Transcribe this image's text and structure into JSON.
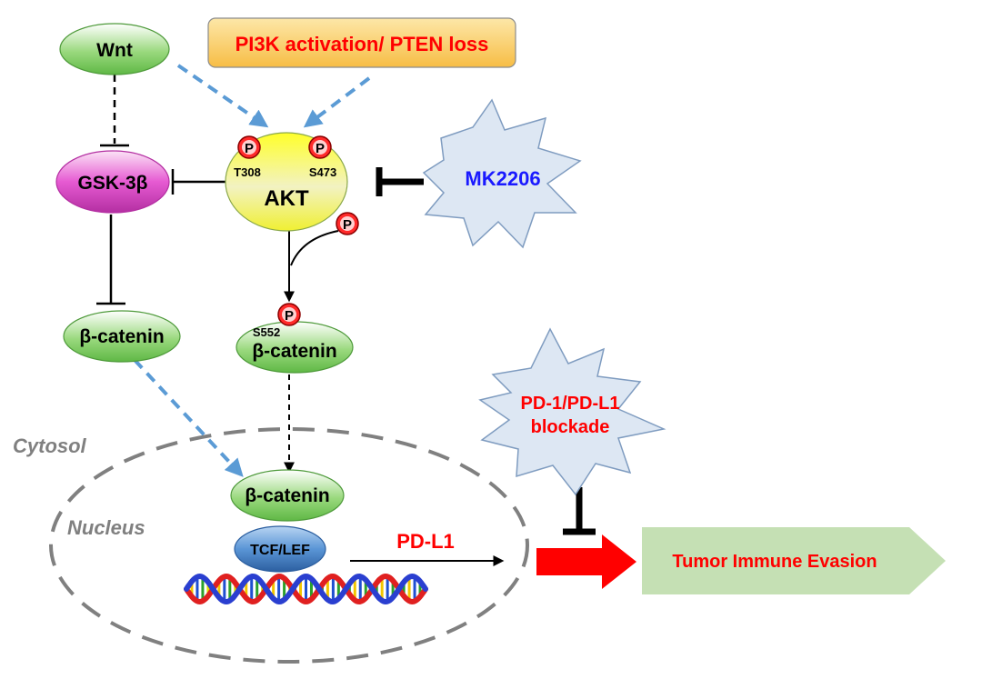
{
  "nodes": {
    "wnt": "Wnt",
    "pi3k": "PI3K activation/ PTEN loss",
    "gsk3b": "GSK-3β",
    "akt": "AKT",
    "akt_site_t308": "T308",
    "akt_site_s473": "S473",
    "mk2206": "MK2206",
    "beta_catenin_left": "β-catenin",
    "beta_catenin_phospho": "β-catenin",
    "beta_catenin_site_s552": "S552",
    "beta_catenin_nuclear": "β-catenin",
    "tcf_lef": "TCF/LEF",
    "pd1_line1": "PD-1/PD-L1",
    "pd1_line2": "blockade",
    "tumor": "Tumor Immune Evasion"
  },
  "labels": {
    "pdl1": "PD-L1",
    "cytosol": "Cytosol",
    "nucleus": "Nucleus",
    "phospho": "P"
  },
  "colors": {
    "activation_arrow": "#5b9bd5",
    "red_text": "#ff0000",
    "blue_text": "#1a1aff",
    "pi3k_fill": "#fbd068",
    "green_node": "#8fd272",
    "gsk_node": "#e65ad2",
    "star_fill": "#dde7f3",
    "star_stroke": "#7f9cc0",
    "tumor_fill": "#c5e0b4",
    "big_arrow": "#ff0000"
  }
}
